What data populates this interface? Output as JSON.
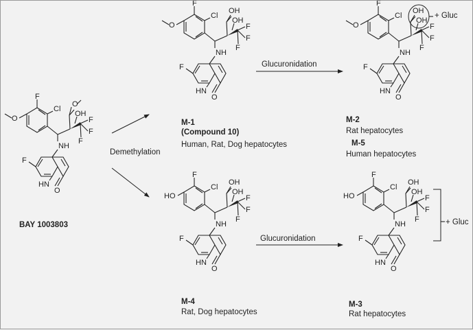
{
  "parent": {
    "name": "BAY 1003803"
  },
  "arrows": {
    "demethylation": "Demethylation",
    "glucuronidation_top": "Glucuronidation",
    "glucuronidation_bottom": "Glucuronidation"
  },
  "m1": {
    "name": "M-1",
    "alias": "(Compound 10)",
    "species": "Human, Rat, Dog hepatocytes"
  },
  "m2": {
    "name": "M-2",
    "species": "Rat hepatocytes",
    "name2": "M-5",
    "species2": "Human hepatocytes",
    "conjugate": "+ Gluc"
  },
  "m4": {
    "name": "M-4",
    "species": "Rat, Dog hepatocytes"
  },
  "m3": {
    "name": "M-3",
    "species": "Rat hepatocytes",
    "conjugate": "+ Gluc"
  },
  "atoms": {
    "F": "F",
    "Cl": "Cl",
    "O": "O",
    "OH": "OH",
    "HO": "HO",
    "NH": "NH",
    "HN": "HN",
    "H": "H"
  }
}
